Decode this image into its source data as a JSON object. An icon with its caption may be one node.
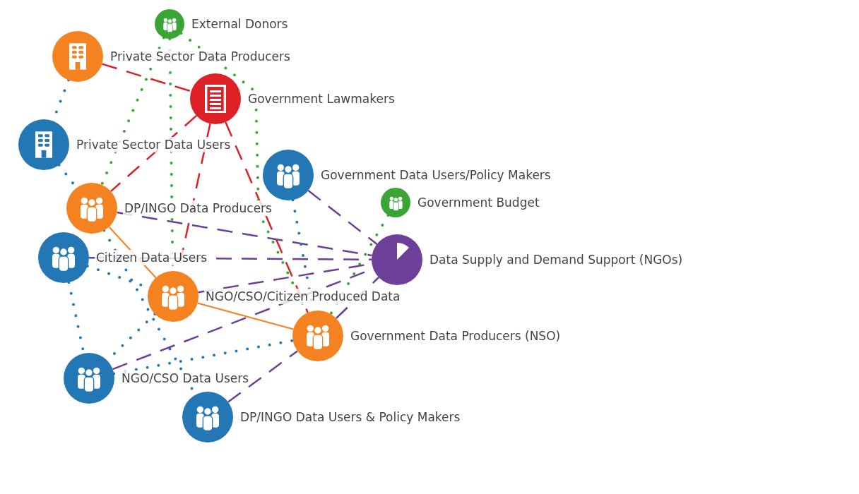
{
  "diagram": {
    "nodes": [
      {
        "text": [],
        "shape": "circle",
        "beside": [
          "External Donors"
        ]
      },
      {
        "text": [],
        "shape": "circle",
        "beside": [
          "Private Sector Data Producers"
        ]
      },
      {
        "text": [],
        "shape": "circle",
        "beside": [
          "Government Lawmakers"
        ]
      },
      {
        "text": [],
        "shape": "circle",
        "beside": [
          "Private Sector Data Users"
        ]
      },
      {
        "text": [],
        "shape": "circle",
        "beside": [
          "Government Data Users/Policy Makers"
        ]
      },
      {
        "text": [],
        "shape": "circle",
        "beside": [
          "Government Budget"
        ]
      },
      {
        "text": [],
        "shape": "circle",
        "beside": [
          "DP/INGO Data Producers"
        ]
      },
      {
        "text": [],
        "shape": "circle",
        "beside": [
          "Data Supply and Demand Support (NGOs)"
        ]
      },
      {
        "text": [],
        "shape": "circle",
        "beside": [
          "Citizen Data Users"
        ]
      },
      {
        "text": [],
        "shape": "circle",
        "beside": [
          "NGO/CSO/Citizen Produced Data"
        ]
      },
      {
        "text": [],
        "shape": "circle",
        "beside": [
          "Government Data Producers (NSO)"
        ]
      },
      {
        "text": [],
        "shape": "circle",
        "beside": [
          "NGO/CSO Data Users"
        ]
      },
      {
        "text": [],
        "shape": "circle",
        "beside": [
          "DP/INGO Data Users & Policy Makers"
        ]
      }
    ],
    "edges": [
      {
        "from": 1,
        "to": 2,
        "arrow": "none",
        "style": "dashed",
        "color": "#de2027"
      },
      {
        "from": 2,
        "to": 6,
        "arrow": "none",
        "style": "dashed",
        "color": "#de2027"
      },
      {
        "from": 2,
        "to": 9,
        "arrow": "none",
        "style": "dashed",
        "color": "#de2027"
      },
      {
        "from": 2,
        "to": 10,
        "arrow": "none",
        "style": "dashed",
        "color": "#de2027"
      },
      {
        "from": 0,
        "to": 6,
        "arrow": "none",
        "style": "dashed",
        "color": "#3aa535"
      },
      {
        "from": 0,
        "to": 9,
        "arrow": "none",
        "style": "dashed",
        "color": "#3aa535"
      },
      {
        "from": 0,
        "to": 10,
        "arrow": "none",
        "style": "dashed",
        "color": "#3aa535"
      },
      {
        "from": 5,
        "to": 10,
        "arrow": "none",
        "style": "dashed",
        "color": "#3aa535"
      },
      {
        "from": 6,
        "to": 9,
        "arrow": "none",
        "color": "#f58220"
      },
      {
        "from": 9,
        "to": 10,
        "arrow": "none",
        "color": "#f58220"
      },
      {
        "from": 4,
        "to": 7,
        "arrow": "none",
        "style": "dashed",
        "color": "#6c3f99"
      },
      {
        "from": 6,
        "to": 7,
        "arrow": "none",
        "style": "dashed",
        "color": "#6c3f99"
      },
      {
        "from": 8,
        "to": 7,
        "arrow": "none",
        "style": "dashed",
        "color": "#6c3f99"
      },
      {
        "from": 9,
        "to": 7,
        "arrow": "none",
        "style": "dashed",
        "color": "#6c3f99"
      },
      {
        "from": 11,
        "to": 7,
        "arrow": "none",
        "style": "dashed",
        "color": "#6c3f99"
      },
      {
        "from": 12,
        "to": 10,
        "arrow": "none",
        "style": "dashed",
        "color": "#6c3f99"
      },
      {
        "from": 10,
        "to": 7,
        "arrow": "none",
        "style": "dashed",
        "color": "#6c3f99"
      },
      {
        "from": 1,
        "to": 3,
        "arrow": "none",
        "style": "dashed",
        "color": "#2377b4"
      },
      {
        "from": 3,
        "to": 6,
        "arrow": "none",
        "style": "dashed",
        "color": "#2377b4"
      },
      {
        "from": 8,
        "to": 11,
        "arrow": "none",
        "style": "dashed",
        "color": "#2377b4"
      },
      {
        "from": 8,
        "to": 9,
        "arrow": "none",
        "style": "dashed",
        "color": "#2377b4"
      },
      {
        "from": 6,
        "to": 12,
        "arrow": "none",
        "style": "dashed",
        "color": "#2377b4"
      },
      {
        "from": 4,
        "to": 10,
        "arrow": "none",
        "style": "dashed",
        "color": "#2377b4"
      },
      {
        "from": 9,
        "to": 11,
        "arrow": "none",
        "style": "dashed",
        "color": "#2377b4"
      },
      {
        "from": 11,
        "to": 10,
        "arrow": "none",
        "style": "dashed",
        "color": "#2377b4"
      }
    ]
  }
}
